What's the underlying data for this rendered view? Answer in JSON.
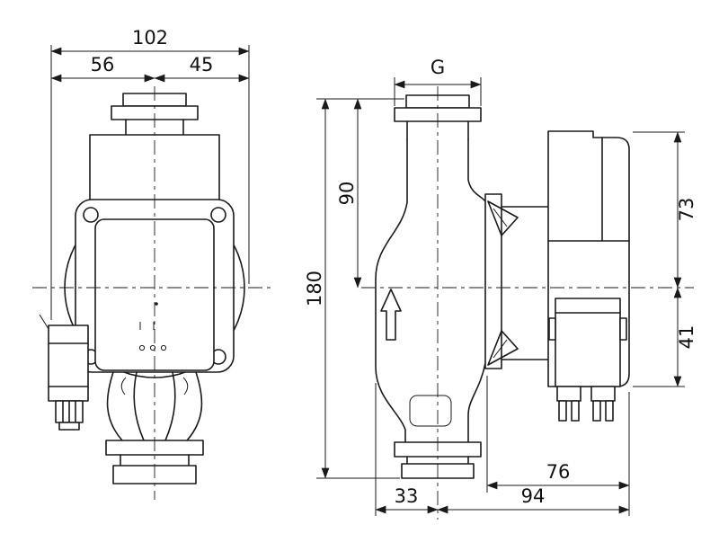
{
  "meta": {
    "type": "technical dimensional drawing",
    "subject": "circulation pump, front view and side view",
    "background_color": "#ffffff",
    "line_color": "#1a1a1a"
  },
  "front_view": {
    "dim_total_width": "102",
    "dim_left_width": "56",
    "dim_right_width": "45"
  },
  "side_view": {
    "dim_connection": "G",
    "dim_port_to_axis": "90",
    "dim_port_to_port": "180",
    "dim_axis_to_motor_top": "73",
    "dim_axis_to_module_bottom": "41",
    "dim_motor_width": "76",
    "dim_axis_to_volute": "33",
    "dim_axis_to_motor_end": "94"
  }
}
